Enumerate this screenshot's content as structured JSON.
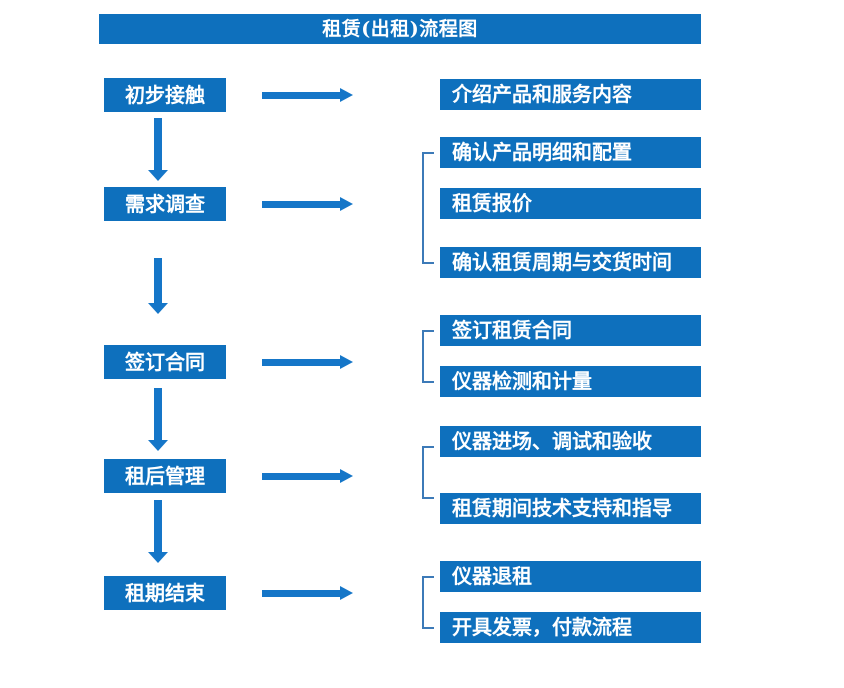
{
  "title": "租赁(出租)流程图",
  "colors": {
    "box_blue": "#0e70bd",
    "arrow_blue": "#1576c8",
    "bracket_blue": "#3c7ab8",
    "text_white": "#ffffff"
  },
  "steps": [
    {
      "label": "初步接触",
      "details": [
        "介绍产品和服务内容"
      ]
    },
    {
      "label": "需求调查",
      "details": [
        "确认产品明细和配置",
        "租赁报价",
        "确认租赁周期与交货时间"
      ]
    },
    {
      "label": "签订合同",
      "details": [
        "签订租赁合同",
        "仪器检测和计量"
      ]
    },
    {
      "label": "租后管理",
      "details": [
        "仪器进场、调试和验收",
        "租赁期间技术支持和指导"
      ]
    },
    {
      "label": "租期结束",
      "details": [
        "仪器退租",
        "开具发票，付款流程"
      ]
    }
  ]
}
